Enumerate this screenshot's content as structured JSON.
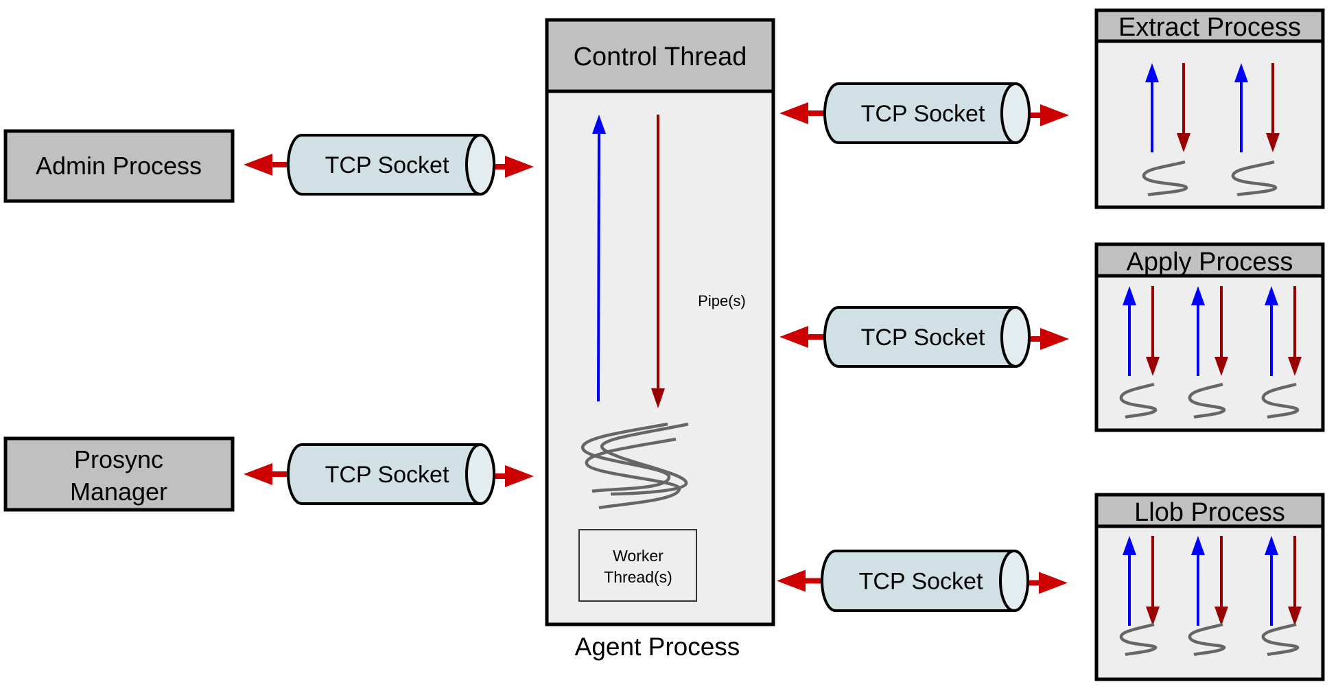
{
  "diagram": {
    "left_processes": [
      {
        "id": "admin",
        "label_lines": [
          "Admin Process"
        ]
      },
      {
        "id": "prosync",
        "label_lines": [
          "Prosync",
          "Manager"
        ]
      }
    ],
    "sockets": {
      "label": "TCP Socket"
    },
    "agent": {
      "header": "Control Thread",
      "pipes_label": "Pipe(s)",
      "worker_lines": [
        "Worker",
        "Thread(s)"
      ],
      "caption": "Agent Process"
    },
    "right_processes": [
      {
        "id": "extract",
        "title": "Extract Process",
        "thread_count": 2
      },
      {
        "id": "apply",
        "title": "Apply Process",
        "thread_count": 3
      },
      {
        "id": "llob",
        "title": "Llob Process",
        "thread_count": 3
      }
    ],
    "colors": {
      "process_fill": "#c0c0c0",
      "panel_fill": "#eeeeee",
      "socket_fill": "#d1e0e4",
      "socket_end_fill": "#e3ecee",
      "connector_red": "#cc0000",
      "pipe_up_blue": "#0000ff",
      "pipe_down_red": "#990000",
      "thread_gray": "#666666",
      "stroke": "#000000"
    }
  }
}
